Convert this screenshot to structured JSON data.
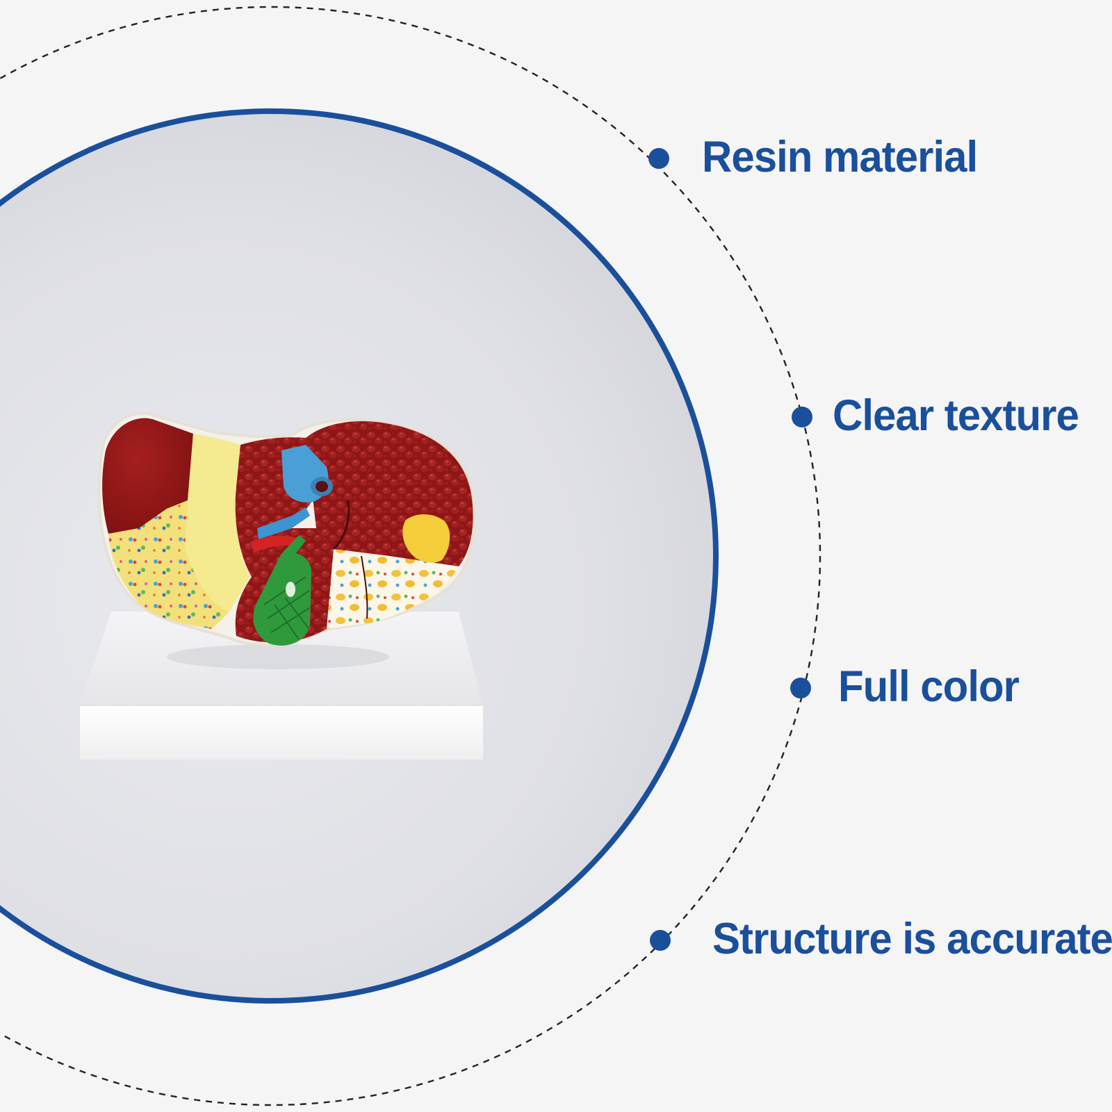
{
  "features": [
    {
      "label": "Resin material"
    },
    {
      "label": "Clear texture"
    },
    {
      "label": "Full color"
    },
    {
      "label": "Structure is accurate"
    }
  ],
  "colors": {
    "accent": "#1a4f9c",
    "dashed_ring": "#222222",
    "background": "#f5f5f5",
    "photo_background": "#dcdde3"
  },
  "photo": {
    "subject": "liver-anatomical-model"
  }
}
